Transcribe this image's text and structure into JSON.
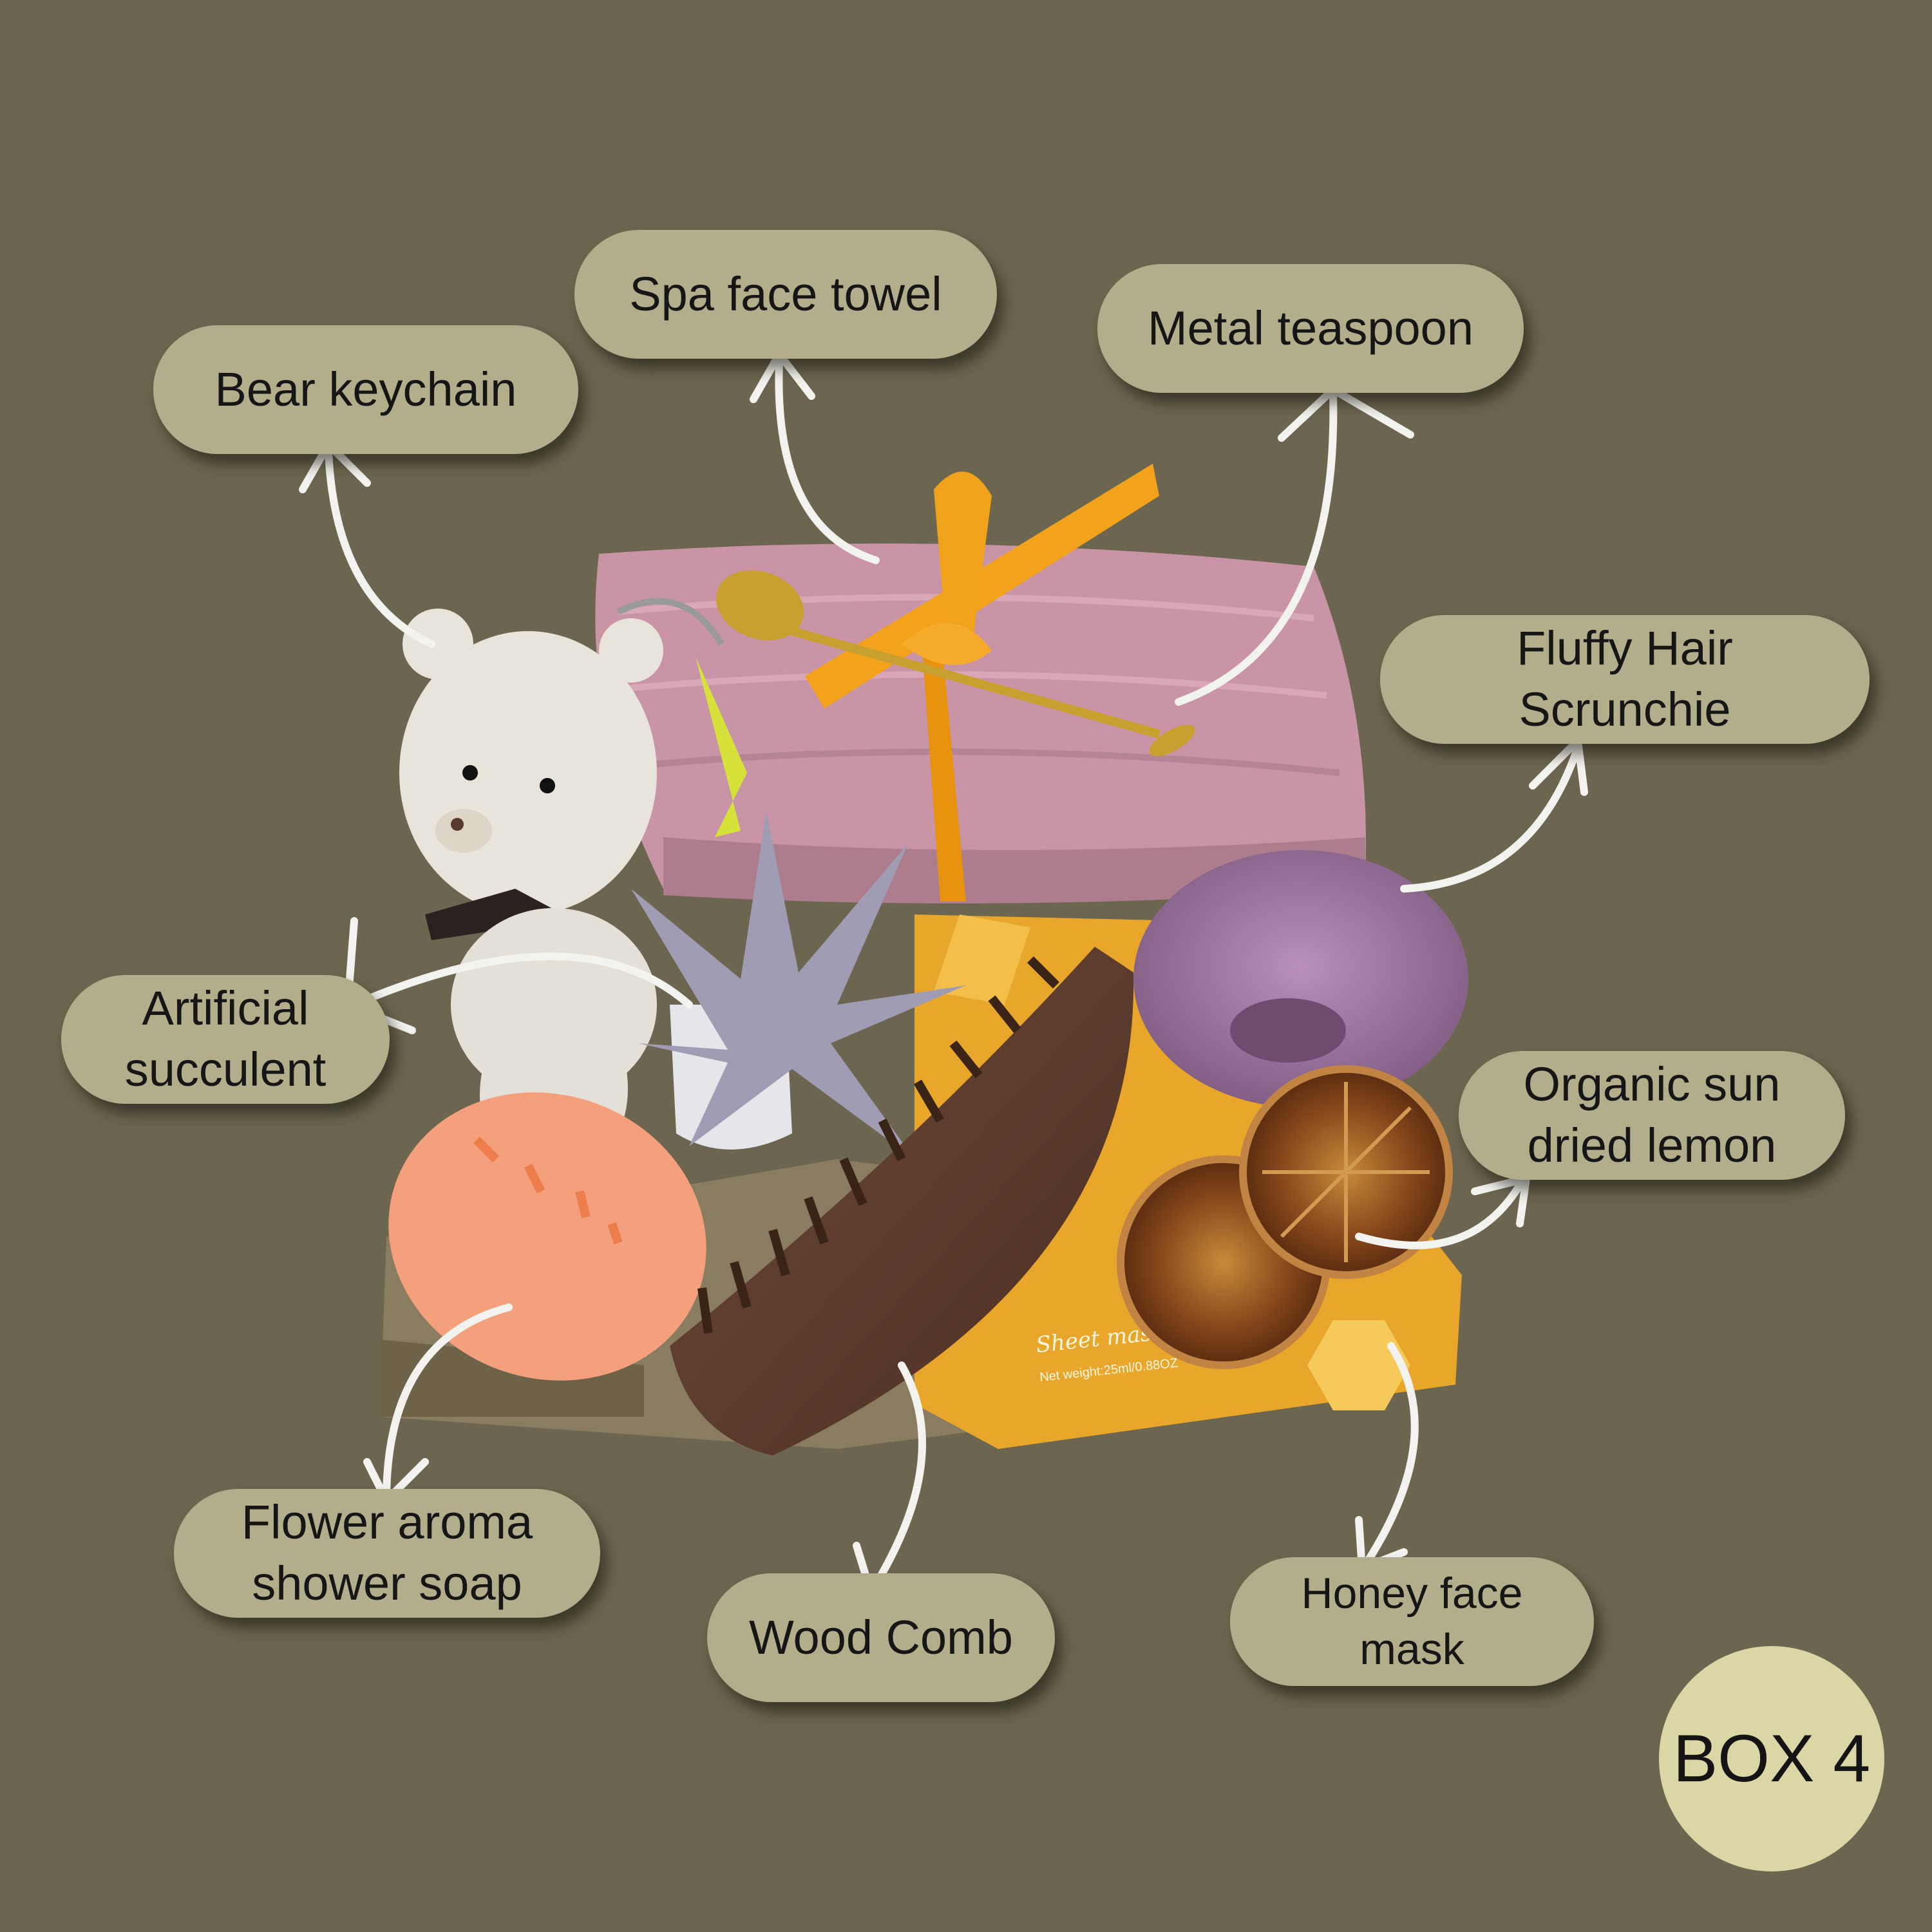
{
  "colors": {
    "background": "#6c6650",
    "label_fill": "#b2ae8b",
    "badge_fill": "#dbd6a6",
    "arrow": "#f2f2ee"
  },
  "labels": {
    "bear_keychain": [
      "Bear keychain"
    ],
    "spa_face_towel": [
      "Spa face towel"
    ],
    "metal_teaspoon": [
      "Metal teaspoon"
    ],
    "fluffy_hair_scrunchie": [
      "Fluffy Hair Scrunchie"
    ],
    "artificial_succulent": [
      "Artificial",
      "succulent"
    ],
    "organic_sun_dried_lemon": [
      "Organic sun",
      "dried lemon"
    ],
    "flower_aroma_shower_soap": [
      "Flower aroma",
      "shower soap"
    ],
    "wood_comb": [
      "Wood Comb"
    ],
    "honey_face_mask": [
      "Honey face mask"
    ]
  },
  "badge": "BOX 4",
  "product_print": {
    "mask_title": "Sheet mask",
    "mask_weight": "Net weight:25ml/0.88OZ"
  }
}
